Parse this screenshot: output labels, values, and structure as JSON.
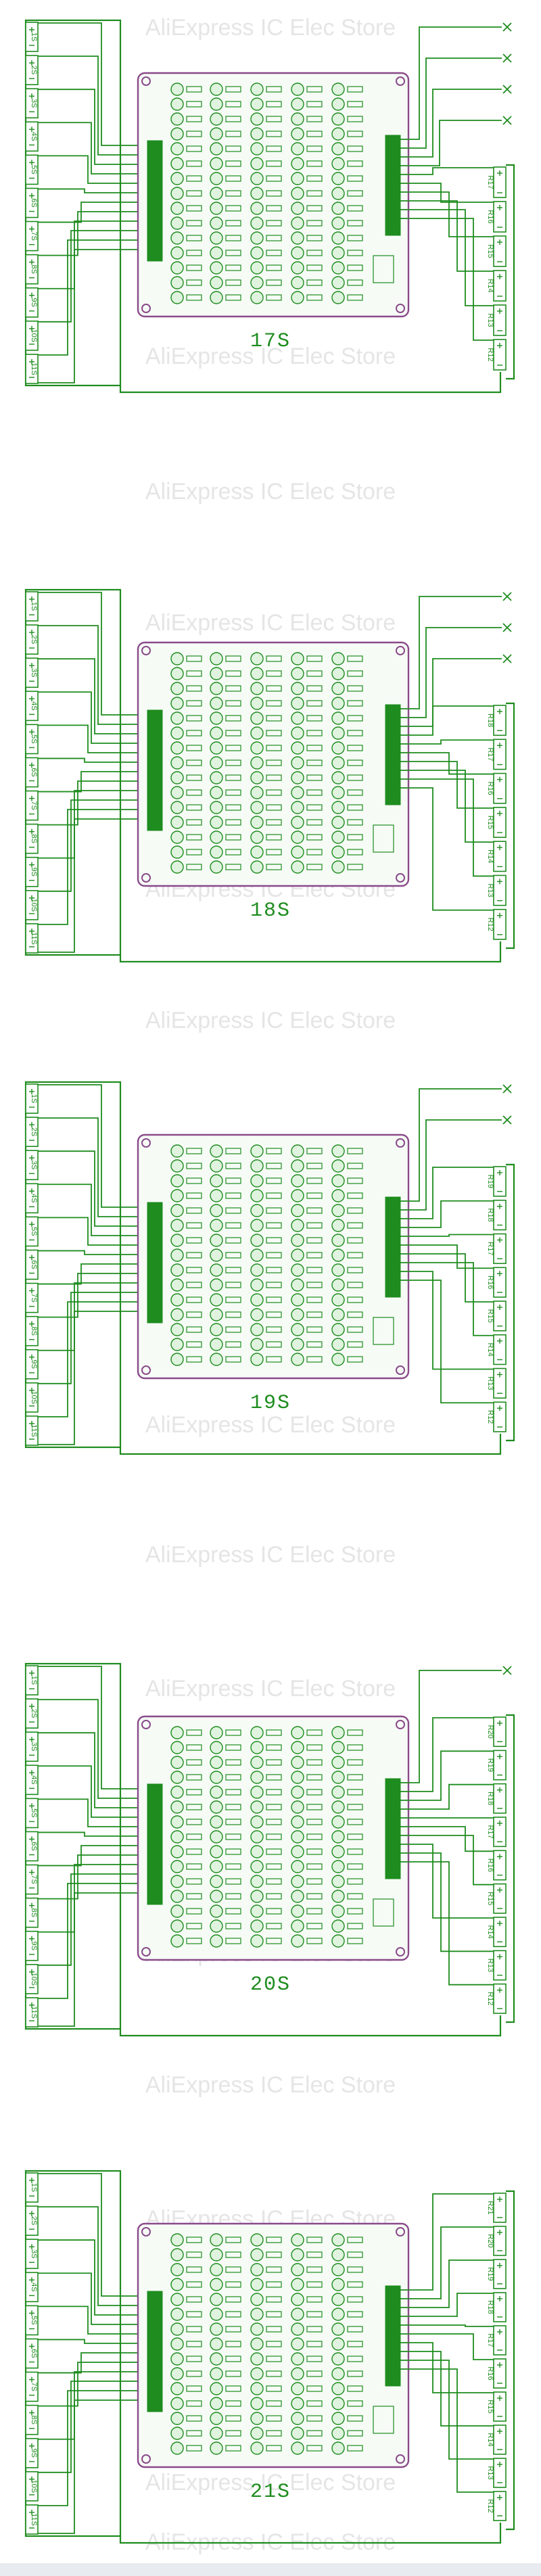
{
  "watermark_text": "AliExpress IC Elec Store",
  "colors": {
    "wire": "#1e8c1e",
    "board_outline": "#8a4a8a",
    "board_fill": "#f6fbf6",
    "component": "#1e8c1e",
    "component_fill": "#dff3df",
    "watermark": "#e5e5e5",
    "page_background": "#ffffff",
    "footer_bar": "#e8ebf0"
  },
  "diagrams": [
    {
      "title": "17S",
      "left_cells": [
        "1S",
        "2S",
        "3S",
        "4S",
        "5S",
        "6S",
        "7S",
        "8S",
        "9S",
        "10S",
        "11S"
      ],
      "right_cells": [
        "R17",
        "R16",
        "R15",
        "R14",
        "R13",
        "R12"
      ],
      "unused_wires": 4
    },
    {
      "title": "18S",
      "left_cells": [
        "1S",
        "2S",
        "3S",
        "4S",
        "5S",
        "6S",
        "7S",
        "8S",
        "9S",
        "10S",
        "11S"
      ],
      "right_cells": [
        "R18",
        "R17",
        "R16",
        "R15",
        "R14",
        "R13",
        "R12"
      ],
      "unused_wires": 3
    },
    {
      "title": "19S",
      "left_cells": [
        "1S",
        "2S",
        "3S",
        "4S",
        "5S",
        "6S",
        "7S",
        "8S",
        "9S",
        "10S",
        "11S"
      ],
      "right_cells": [
        "R19",
        "R18",
        "R17",
        "R16",
        "R15",
        "R14",
        "R13",
        "R12"
      ],
      "unused_wires": 2
    },
    {
      "title": "20S",
      "left_cells": [
        "1S",
        "2S",
        "3S",
        "4S",
        "5S",
        "6S",
        "7S",
        "8S",
        "9S",
        "10S",
        "11S"
      ],
      "right_cells": [
        "R20",
        "R19",
        "R18",
        "R17",
        "R16",
        "R15",
        "R14",
        "R13",
        "R12"
      ],
      "unused_wires": 1
    },
    {
      "title": "21S",
      "left_cells": [
        "1S",
        "2S",
        "3S",
        "4S",
        "5S",
        "6S",
        "7S",
        "8S",
        "9S",
        "10S",
        "11S"
      ],
      "right_cells": [
        "R21",
        "R20",
        "R19",
        "R18",
        "R17",
        "R16",
        "R15",
        "R14",
        "R13",
        "R12"
      ],
      "unused_wires": 0
    }
  ]
}
